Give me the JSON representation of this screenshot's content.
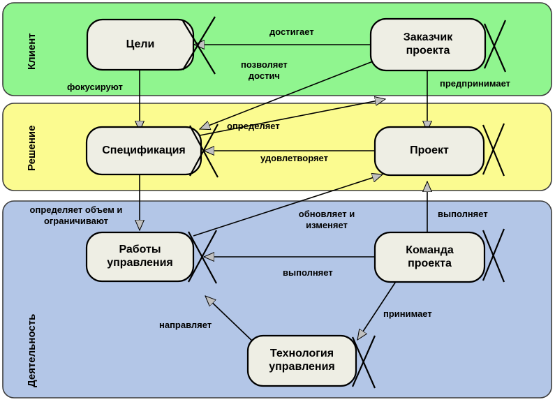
{
  "diagram": {
    "title": "Project management concept diagram",
    "colors": {
      "band_client": "#90f58f",
      "band_solution": "#fbfb90",
      "band_activity": "#b3c6e7",
      "node_fill": "#eeeee4",
      "stroke": "#000000",
      "arrow_fill": "#c0c0c0",
      "background": "#ffffff"
    },
    "bands": [
      {
        "id": "client",
        "label": "Клиент",
        "fill": "#90f58f"
      },
      {
        "id": "solution",
        "label": "Решение",
        "fill": "#fbfb90"
      },
      {
        "id": "activity",
        "label": "Деятельность",
        "fill": "#b3c6e7"
      }
    ],
    "nodes": [
      {
        "id": "goals",
        "label": "Цели",
        "band": "client"
      },
      {
        "id": "customer",
        "label": "Заказчик\nпроекта",
        "band": "client"
      },
      {
        "id": "spec",
        "label": "Спецификация",
        "band": "solution"
      },
      {
        "id": "project",
        "label": "Проект",
        "band": "solution"
      },
      {
        "id": "works",
        "label": "Работы\nуправления",
        "band": "activity"
      },
      {
        "id": "team",
        "label": "Команда\nпроекта",
        "band": "activity"
      },
      {
        "id": "technology",
        "label": "Технология\nуправления",
        "band": "activity"
      }
    ],
    "edges": [
      {
        "id": "e1",
        "from": "customer",
        "to": "goals",
        "label": "достигает"
      },
      {
        "id": "e2",
        "from": "customer",
        "to": "goals",
        "label": "позволяет\nдостич"
      },
      {
        "id": "e3",
        "from": "goals",
        "to": "spec",
        "label": "фокусируют"
      },
      {
        "id": "e4",
        "from": "customer",
        "to": "project",
        "label": "предпринимает"
      },
      {
        "id": "e5",
        "from": "spec",
        "to": "project",
        "label": "определяет"
      },
      {
        "id": "e6",
        "from": "project",
        "to": "spec",
        "label": "удовлетворяет"
      },
      {
        "id": "e7",
        "from": "spec",
        "to": "works",
        "label": "определяет объем и\nограничивают"
      },
      {
        "id": "e8",
        "from": "works",
        "to": "project",
        "label": "обновляет и\nизменяет"
      },
      {
        "id": "e9",
        "from": "team",
        "to": "works",
        "label": "выполняет"
      },
      {
        "id": "e10",
        "from": "team",
        "to": "project",
        "label": "выполняет"
      },
      {
        "id": "e11",
        "from": "technology",
        "to": "works",
        "label": "направляет"
      },
      {
        "id": "e12",
        "from": "team",
        "to": "technology",
        "label": "принимает"
      }
    ],
    "edge_labels": {
      "dostigaet": "достигает",
      "pozvolyaet_1": "позволяет",
      "pozvolyaet_2": "достич",
      "fokusiruyut": "фокусируют",
      "predprinimaet": "предпринимает",
      "opredelyaet": "определяет",
      "udovletvoryaet": "удовлетворяет",
      "opredelyaet_obem_1": "определяет объем и",
      "opredelyaet_obem_2": "ограничивают",
      "obnovlyaet_1": "обновляет и",
      "obnovlyaet_2": "изменяет",
      "vypolnyaet_works": "выполняет",
      "vypolnyaet_project": "выполняет",
      "napravlyaet": "направляет",
      "prinimaet": "принимает"
    },
    "node_labels": {
      "goals": "Цели",
      "customer_line1": "Заказчик",
      "customer_line2": "проекта",
      "spec": "Спецификация",
      "project": "Проект",
      "works_line1": "Работы",
      "works_line2": "управления",
      "team_line1": "Команда",
      "team_line2": "проекта",
      "technology_line1": "Технология",
      "technology_line2": "управления"
    },
    "band_labels": {
      "client": "Клиент",
      "solution": "Решение",
      "activity": "Деятельность"
    }
  }
}
